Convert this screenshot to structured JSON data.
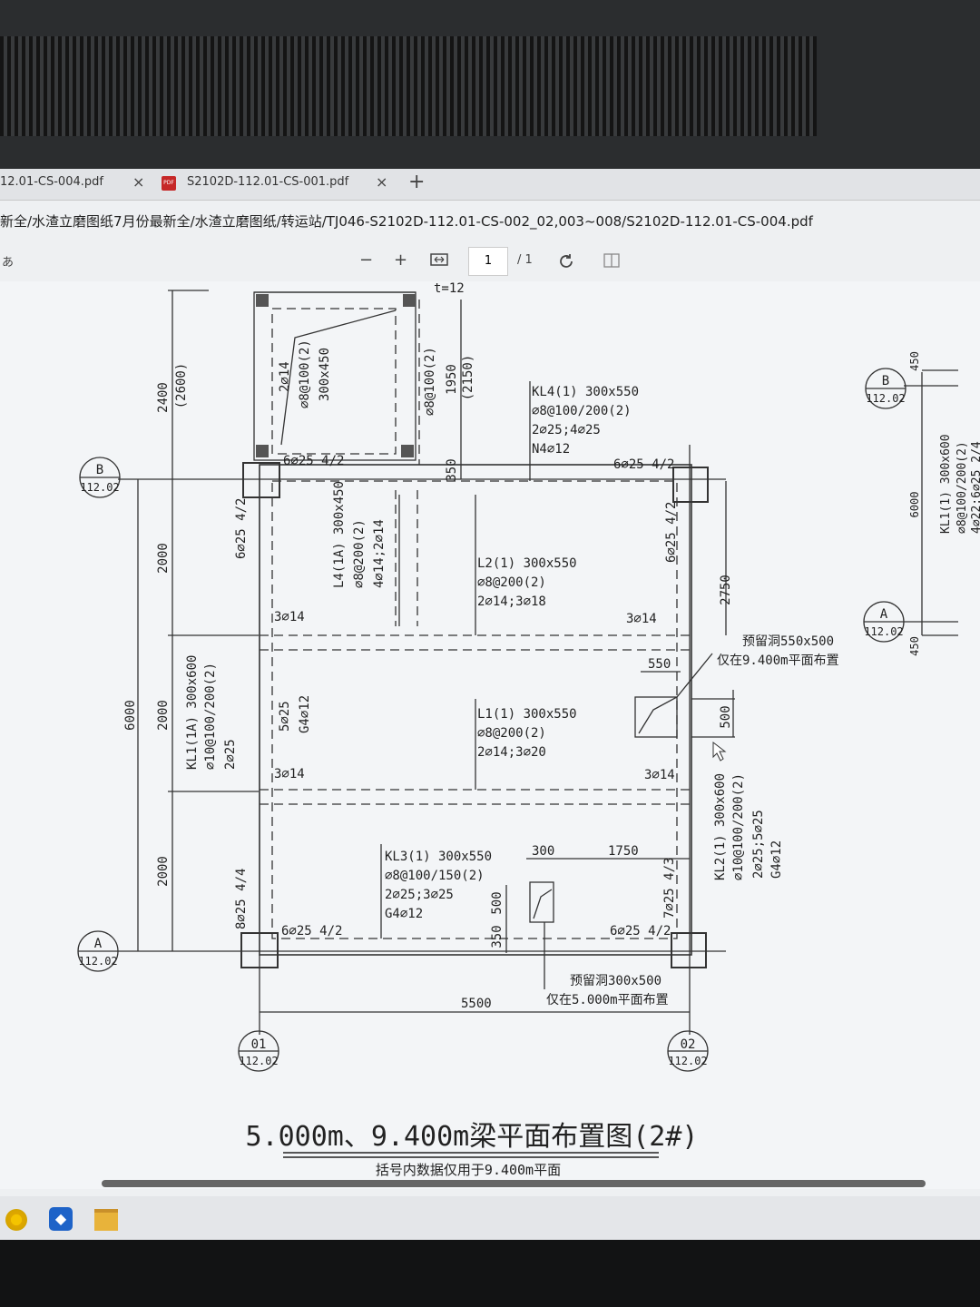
{
  "tabs": [
    {
      "label": "12.01-CS-004.pdf",
      "close": "×"
    },
    {
      "label": "S2102D-112.01-CS-001.pdf",
      "close": "×"
    }
  ],
  "new_tab": "+",
  "address": "新全/水渣立磨图纸7月份最新全/水渣立磨图纸/转运站/TJ046-S2102D-112.01-CS-002_02,003~008/S2102D-112.01-CS-004.pdf",
  "toolbar": {
    "left_glyph": "あ",
    "zoom_out": "−",
    "zoom_in": "+",
    "page_number": "1",
    "page_total": "/ 1"
  },
  "drawing": {
    "title": "5.000m、9.400m梁平面布置图(2#)",
    "subtitle": "括号内数据仅用于9.400m平面",
    "axes": {
      "b_letter": "B",
      "b_ref": "112.02",
      "a_letter": "A",
      "a_ref": "112.02",
      "n01": "01",
      "n01_ref": "112.02",
      "n02": "02",
      "n02_ref": "112.02"
    },
    "dims": {
      "d2400": "2400",
      "d2600": "(2600)",
      "d1950": "1950",
      "d2150": "(2150)",
      "d350_top": "350",
      "d2000_1": "2000",
      "d2000_2": "2000",
      "d2000_3": "2000",
      "d6000": "6000",
      "d2750": "2750",
      "d550": "550",
      "d500_r": "500",
      "d300": "300",
      "d1750": "1750",
      "d500_b": "500",
      "d350_b": "350",
      "d5500": "5500",
      "t12": "t=12",
      "r450_top": "450",
      "r6000": "6000",
      "r450_bot": "450"
    },
    "labels": {
      "stair_1": "2⌀14",
      "stair_2": "⌀8@100(2)",
      "stair_3": "300x450",
      "stair_right": "⌀8@100(2)",
      "kl4_1": "KL4(1) 300x550",
      "kl4_2": "⌀8@100/200(2)",
      "kl4_3": "2⌀25;4⌀25",
      "kl4_4": "N4⌀12",
      "top_left_bar": "6⌀25 4/2",
      "top_right_bar": "6⌀25 4/2",
      "left_col_bar": "6⌀25 4/2",
      "right_col_bar": "6⌀25 4/2",
      "l4_1": "L4(1A) 300x450",
      "l4_2": "⌀8@200(2)",
      "l4_3": "4⌀14;2⌀14",
      "l2_1": "L2(1) 300x550",
      "l2_2": "⌀8@200(2)",
      "l2_3": "2⌀14;3⌀18",
      "l4_bot": "3⌀14",
      "l2_bot": "3⌀14",
      "hole1_1": "预留洞550x500",
      "hole1_2": "仅在9.400m平面布置",
      "mid_1": "5⌀25",
      "mid_2": "G4⌀12",
      "l1_1": "L1(1) 300x550",
      "l1_2": "⌀8@200(2)",
      "l1_3": "2⌀14;3⌀20",
      "l1_bot_l": "3⌀14",
      "l1_bot_r": "3⌀14",
      "kl1_1": "KL1(1A) 300x600",
      "kl1_2": "⌀10@100/200(2)",
      "kl1_3": "2⌀25",
      "kl3_1": "KL3(1) 300x550",
      "kl3_2": "⌀8@100/150(2)",
      "kl3_3": "2⌀25;3⌀25",
      "kl3_4": "G4⌀12",
      "bl_col": "8⌀25 4/4",
      "br_col": "7⌀25 4/3",
      "bot_left_bar": "6⌀25 4/2",
      "bot_right_bar": "6⌀25 4/2",
      "kl2_1": "KL2(1) 300x600",
      "kl2_2": "⌀10@100/200(2)",
      "kl2_3": "2⌀25;5⌀25",
      "kl2_4": "G4⌀12",
      "hole2_1": "预留洞300x500",
      "hole2_2": "仅在5.000m平面布置",
      "r_kl1_1": "KL1(1) 300x600",
      "r_kl1_2": "⌀8@100/200(2)",
      "r_kl1_3": "4⌀22;6⌀25 2/4"
    }
  },
  "colors": {
    "line": "#333333",
    "text": "#222222",
    "screen": "#f3f5f7"
  }
}
